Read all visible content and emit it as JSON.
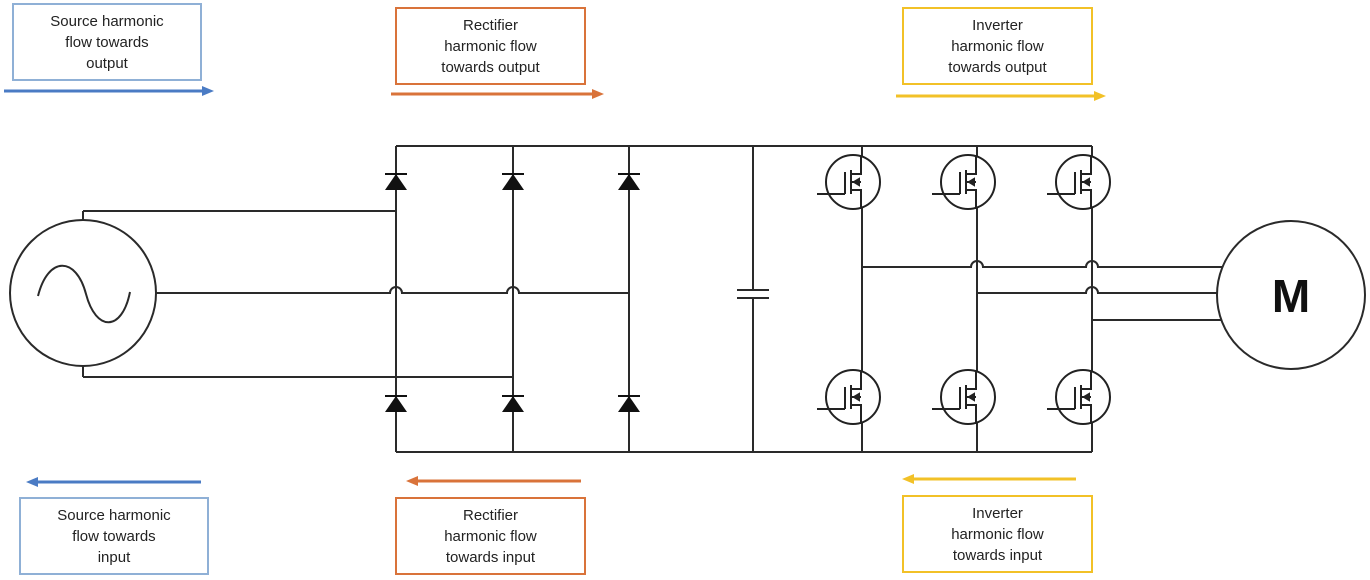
{
  "colors": {
    "source": "#4a7bc4",
    "source_box": "#8fb0d6",
    "rectifier": "#d9733a",
    "inverter": "#f2c127",
    "circuit": "#2a2a2a"
  },
  "labels": {
    "source_output": "Source harmonic\nflow towards\noutput",
    "rectifier_output": "Rectifier\nharmonic flow\ntowards output",
    "inverter_output": "Inverter\nharmonic flow\ntowards output",
    "source_input": "Source harmonic\nflow towards\ninput",
    "rectifier_input": "Rectifier\nharmonic flow\ntowards input",
    "inverter_input": "Inverter\nharmonic flow\ntowards input"
  },
  "motor": {
    "letter": "M",
    "icon": "motor-icon"
  },
  "source": {
    "icon": "ac-source-icon"
  },
  "components": {
    "diode_icon": "diode-icon",
    "capacitor_icon": "capacitor-icon",
    "transistor_icon": "transistor-icon"
  }
}
